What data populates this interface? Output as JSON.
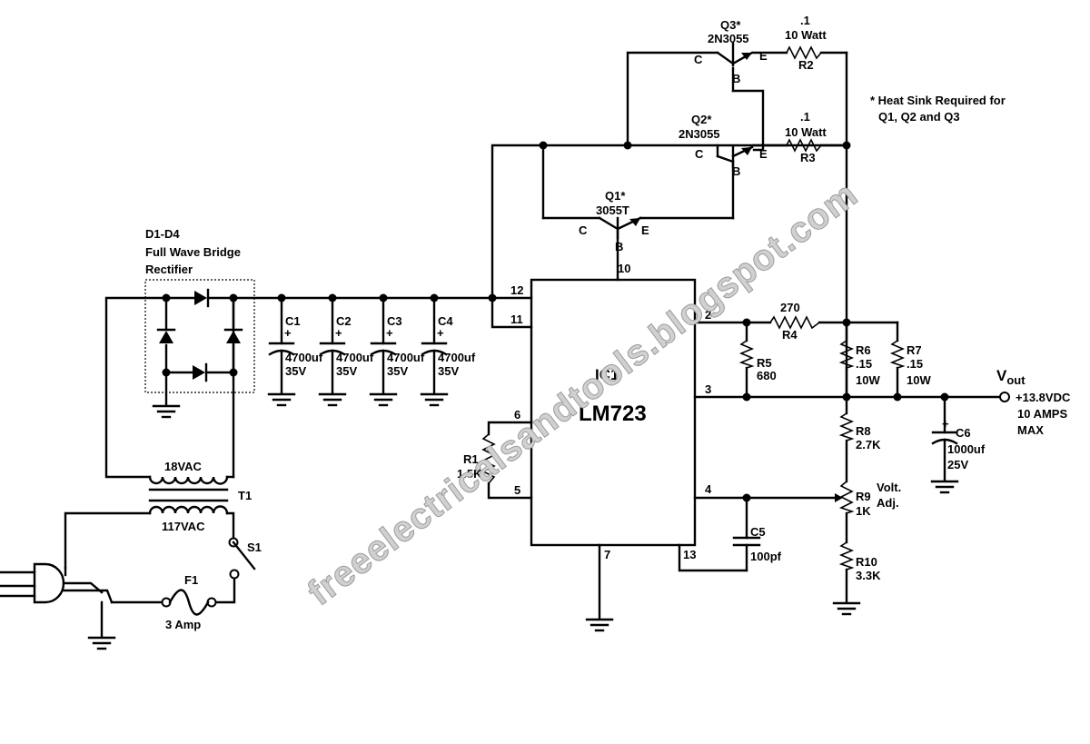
{
  "watermark": "freeelectricalsandtools.blogspot.com",
  "labels": {
    "q3": "Q3*",
    "q3_part": "2N3055",
    "q2": "Q2*",
    "q2_part": "2N3055",
    "q1": "Q1*",
    "q1_part": "3055T",
    "r2_val": ".1",
    "r2_power": "10 Watt",
    "r2": "R2",
    "r3_val": ".1",
    "r3_power": "10 Watt",
    "r3": "R3",
    "heatsink_1": "* Heat Sink Required for",
    "heatsink_2": "Q1, Q2 and Q3",
    "bridge_1": "D1-D4",
    "bridge_2": "Full Wave Bridge",
    "bridge_3": "Rectifier",
    "c1": "C1",
    "c2": "C2",
    "c3": "C3",
    "c4": "C4",
    "c_val": "4700uf",
    "c_volt": "35V",
    "ic_ref": "IC1",
    "ic_part": "LM723",
    "pin12": "12",
    "pin11": "11",
    "pin10": "10",
    "pin2": "2",
    "pin3": "3",
    "pin6": "6",
    "pin5": "5",
    "pin4": "4",
    "pin7": "7",
    "pin13": "13",
    "r4_val": "270",
    "r4": "R4",
    "r5": "R5",
    "r5_val": "680",
    "r6": "R6",
    "r6_val": ".15",
    "r6_power": "10W",
    "r7": "R7",
    "r7_val": ".15",
    "r7_power": "10W",
    "vout_main": "V",
    "vout_sub": "out",
    "out_1": "+13.8VDC",
    "out_2": "10 AMPS",
    "out_3": "MAX",
    "c6": "C6",
    "c6_val": "1000uf",
    "c6_volt": "25V",
    "r8": "R8",
    "r8_val": "2.7K",
    "r9": "R9",
    "r9_val": "1K",
    "volt_1": "Volt.",
    "volt_2": "Adj.",
    "r10": "R10",
    "r10_val": "3.3K",
    "r1": "R1",
    "r1_val": "1.5K",
    "c5": "C5",
    "c5_val": "100pf",
    "sec": "18VAC",
    "pri": "117VAC",
    "t1": "T1",
    "s1": "S1",
    "f1": "F1",
    "f1_val": "3 Amp",
    "pin_c": "C",
    "pin_b": "B",
    "pin_e": "E",
    "plus": "+"
  }
}
